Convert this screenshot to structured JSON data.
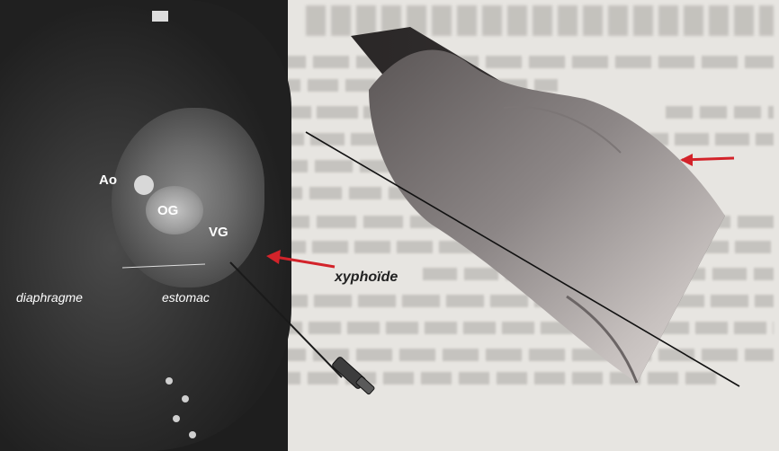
{
  "figure": {
    "labels": {
      "aorta": "Ao",
      "left_atrium": "OG",
      "left_ventricle": "VG",
      "diaphragm": "diaphragme",
      "stomach": "estomac",
      "xiphoid": "xyphoïde"
    },
    "mri_marker_icon": "scale-marker-icon",
    "arrow_color": "#d3232a"
  }
}
